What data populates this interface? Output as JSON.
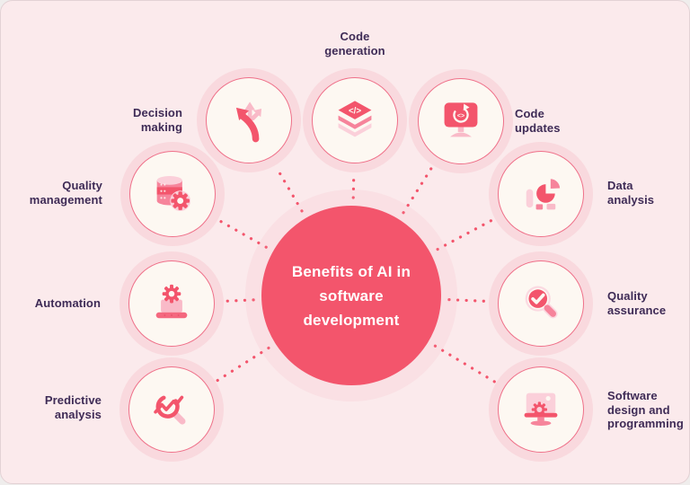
{
  "diagram_title": "Benefits of AI in software development",
  "center": {
    "lines": [
      "Benefits of AI in",
      "software",
      "development"
    ]
  },
  "nodes": [
    {
      "id": "decision-making",
      "label": "Decision making",
      "icon": "branching-arrows-icon"
    },
    {
      "id": "code-generation",
      "label": "Code generation",
      "icon": "code-layers-icon"
    },
    {
      "id": "code-updates",
      "label": "Code updates",
      "icon": "monitor-refresh-icon"
    },
    {
      "id": "quality-management",
      "label": "Quality management",
      "icon": "database-gear-icon"
    },
    {
      "id": "data-analysis",
      "label": "Data analysis",
      "icon": "pie-chart-icon"
    },
    {
      "id": "automation",
      "label": "Automation",
      "icon": "laptop-gear-icon"
    },
    {
      "id": "quality-assurance",
      "label": "Quality assurance",
      "icon": "magnifier-check-icon"
    },
    {
      "id": "predictive-analysis",
      "label": "Predictive analysis",
      "icon": "magnifier-trend-icon"
    },
    {
      "id": "software-design",
      "label": "Software design and programming",
      "icon": "monitor-gear-icon"
    }
  ],
  "colors": {
    "accent": "#f3556c",
    "background": "#fbeaec",
    "circle_fill": "#fdf8f2",
    "circle_border": "#ef7089",
    "label_text": "#3e2b56",
    "center_text": "#ffffff",
    "icon_medium": "#f6849b",
    "icon_light": "#f9bac8",
    "icon_faint": "#fbd0da"
  }
}
